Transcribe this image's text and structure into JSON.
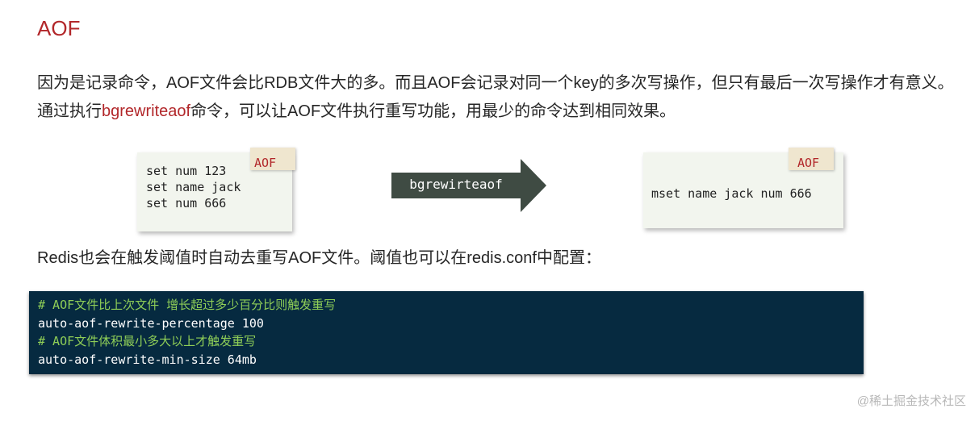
{
  "title": "AOF",
  "intro": {
    "part1": "因为是记录命令，AOF文件会比RDB文件大的多。而且AOF会记录对同一个key的多次写操作，但只有最后一次写操作才有意义。通过执行",
    "highlight": "bgrewriteaof",
    "part2": "命令，可以让AOF文件执行重写功能，用最少的命令达到相同效果。"
  },
  "before_card": {
    "tag": "AOF",
    "lines": [
      "set num 123",
      "set name jack",
      "set num 666"
    ]
  },
  "arrow_label": "bgrewirteaof",
  "after_card": {
    "tag": "AOF",
    "lines": [
      "mset name jack num 666"
    ]
  },
  "threshold_text": "Redis也会在触发阈值时自动去重写AOF文件。阈值也可以在redis.conf中配置：",
  "config_block": {
    "lines": [
      "# AOF文件比上次文件 增长超过多少百分比则触发重写",
      "auto-aof-rewrite-percentage 100",
      "# AOF文件体积最小多大以上才触发重写",
      "auto-aof-rewrite-min-size 64mb"
    ]
  },
  "watermark": "@稀土掘金技术社区",
  "colors": {
    "accent_red": "#b2272a",
    "card_bg": "#f2f5ee",
    "arrow": "#3f4b43",
    "code_bg": "#062a40",
    "comment_green": "#8fce57"
  }
}
